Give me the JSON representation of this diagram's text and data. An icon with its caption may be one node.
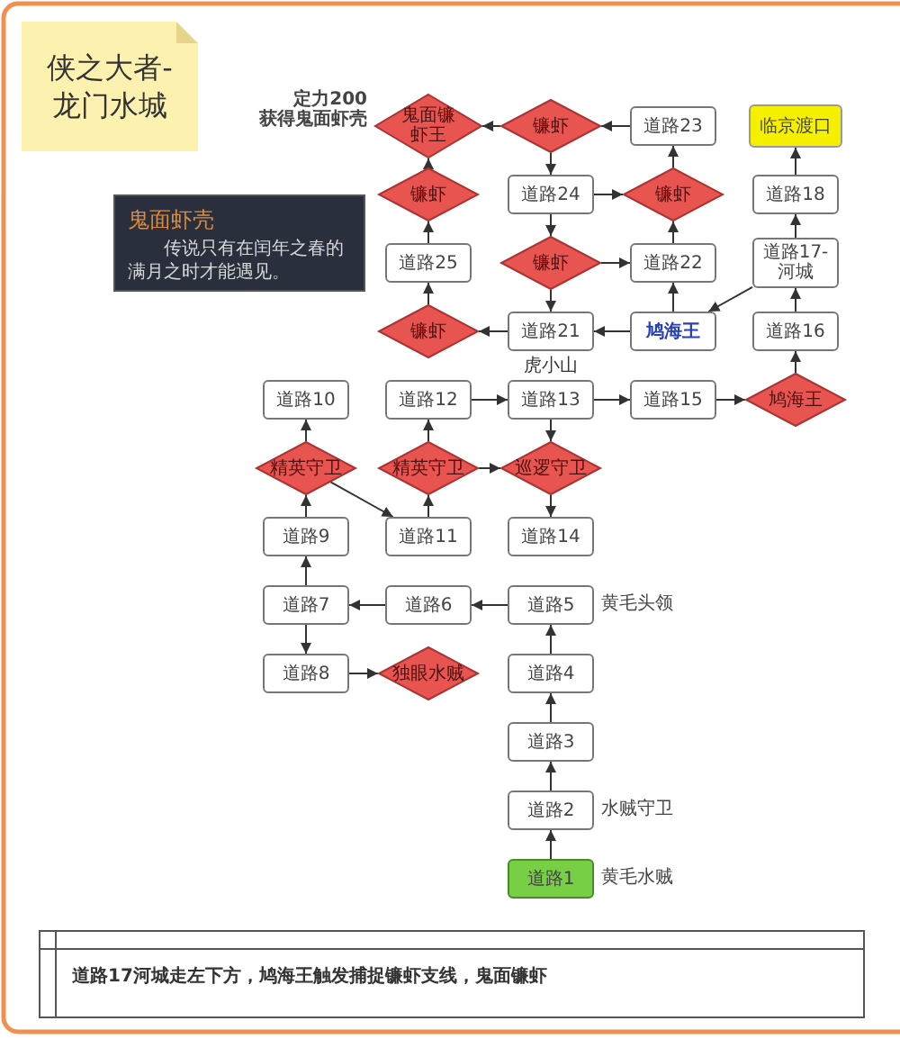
{
  "diagram": {
    "nodes": [
      {
        "text": [
          "侠之大者-龙门水城"
        ]
      },
      {
        "text": [
          "鬼面镰虾王"
        ],
        "beside": [
          "定力200 获得鬼面虾壳"
        ]
      },
      {
        "text": [
          "镰虾"
        ]
      },
      {
        "text": [
          "道路23"
        ]
      },
      {
        "text": [
          "临京渡口"
        ]
      },
      {
        "text": [
          "镰虾"
        ]
      },
      {
        "text": [
          "道路24"
        ]
      },
      {
        "text": [
          "镰虾"
        ]
      },
      {
        "text": [
          "道路18"
        ]
      },
      {
        "text": [
          "鬼面虾壳",
          "传说只有在闰年之春的满月之时才能遇见。"
        ]
      },
      {
        "text": [
          "道路25"
        ]
      },
      {
        "text": [
          "镰虾"
        ]
      },
      {
        "text": [
          "道路22"
        ]
      },
      {
        "text": [
          "道路17-河城"
        ]
      },
      {
        "text": [
          "镰虾"
        ]
      },
      {
        "text": [
          "道路21"
        ]
      },
      {
        "text": [
          "鸠海王"
        ]
      },
      {
        "text": [
          "道路16"
        ]
      },
      {
        "text": [
          "道路10"
        ]
      },
      {
        "text": [
          "道路12"
        ]
      },
      {
        "text": [
          "道路13"
        ]
      },
      {
        "text": [
          "道路15"
        ]
      },
      {
        "text": [
          "鸠海王"
        ]
      },
      {
        "text": [
          "精英守卫"
        ]
      },
      {
        "text": [
          "精英守卫"
        ]
      },
      {
        "text": [
          "巡逻守卫"
        ]
      },
      {
        "text": [
          "道路9"
        ]
      },
      {
        "text": [
          "道路11"
        ]
      },
      {
        "text": [
          "道路14"
        ]
      },
      {
        "text": [
          "道路7"
        ]
      },
      {
        "text": [
          "道路6"
        ]
      },
      {
        "text": [
          "道路5"
        ],
        "beside": [
          "黄毛头领"
        ]
      },
      {
        "text": [
          "道路8"
        ]
      },
      {
        "text": [
          "独眼水贼"
        ]
      },
      {
        "text": [
          "道路4"
        ]
      },
      {
        "text": [
          "道路3"
        ]
      },
      {
        "text": [
          "道路2"
        ],
        "beside": [
          "水贼守卫"
        ]
      },
      {
        "text": [
          "道路1"
        ],
        "beside": [
          "黄毛水贼"
        ]
      }
    ],
    "edges": [
      {
        "from": 37,
        "to": 36,
        "arrow": "to"
      },
      {
        "from": 36,
        "to": 35,
        "arrow": "to"
      },
      {
        "from": 35,
        "to": 34,
        "arrow": "to"
      },
      {
        "from": 34,
        "to": 31,
        "arrow": "to"
      },
      {
        "from": 31,
        "to": 30,
        "arrow": "to"
      },
      {
        "from": 30,
        "to": 29,
        "arrow": "to"
      },
      {
        "from": 29,
        "to": 32,
        "arrow": "to"
      },
      {
        "from": 32,
        "to": 33,
        "arrow": "to"
      },
      {
        "from": 29,
        "to": 26,
        "arrow": "to"
      },
      {
        "from": 26,
        "to": 23,
        "arrow": "to"
      },
      {
        "from": 23,
        "to": 18,
        "arrow": "to"
      },
      {
        "from": 23,
        "to": 27,
        "arrow": "to"
      },
      {
        "from": 27,
        "to": 24,
        "arrow": "to"
      },
      {
        "from": 24,
        "to": 19,
        "arrow": "to"
      },
      {
        "from": 24,
        "to": 25,
        "arrow": "to"
      },
      {
        "from": 19,
        "to": 20,
        "arrow": "to"
      },
      {
        "from": 20,
        "to": 25,
        "arrow": "to"
      },
      {
        "from": 25,
        "to": 28,
        "arrow": "to"
      },
      {
        "from": 20,
        "to": 21,
        "arrow": "to"
      },
      {
        "from": 21,
        "to": 22,
        "arrow": "to"
      },
      {
        "from": 22,
        "to": 17,
        "arrow": "to"
      },
      {
        "from": 17,
        "to": 13,
        "arrow": "to"
      },
      {
        "from": 13,
        "to": 8,
        "arrow": "to"
      },
      {
        "from": 8,
        "to": 4,
        "arrow": "to"
      },
      {
        "from": 13,
        "to": 16,
        "arrow": "to"
      },
      {
        "from": 16,
        "to": 15,
        "arrow": "to"
      },
      {
        "from": 16,
        "to": 12,
        "arrow": "to"
      },
      {
        "from": 15,
        "to": 14,
        "arrow": "to"
      },
      {
        "from": 14,
        "to": 10,
        "arrow": "to"
      },
      {
        "from": 10,
        "to": 5,
        "arrow": "to"
      },
      {
        "from": 5,
        "to": 1,
        "arrow": "to"
      },
      {
        "from": 12,
        "to": 7,
        "arrow": "to"
      },
      {
        "from": 11,
        "to": 15,
        "arrow": "to"
      },
      {
        "from": 11,
        "to": 12,
        "arrow": "to"
      },
      {
        "from": 6,
        "to": 11,
        "arrow": "to"
      },
      {
        "from": 6,
        "to": 7,
        "arrow": "to"
      },
      {
        "from": 7,
        "to": 3,
        "arrow": "to"
      },
      {
        "from": 3,
        "to": 2,
        "arrow": "to"
      },
      {
        "from": 2,
        "to": 1,
        "arrow": "to"
      },
      {
        "from": 2,
        "to": 6,
        "arrow": "to"
      }
    ],
    "labels": [
      "虎小山",
      "道路17河城走左下方，鸠海王触发捕捉镰虾支线，鬼面镰虾"
    ]
  }
}
